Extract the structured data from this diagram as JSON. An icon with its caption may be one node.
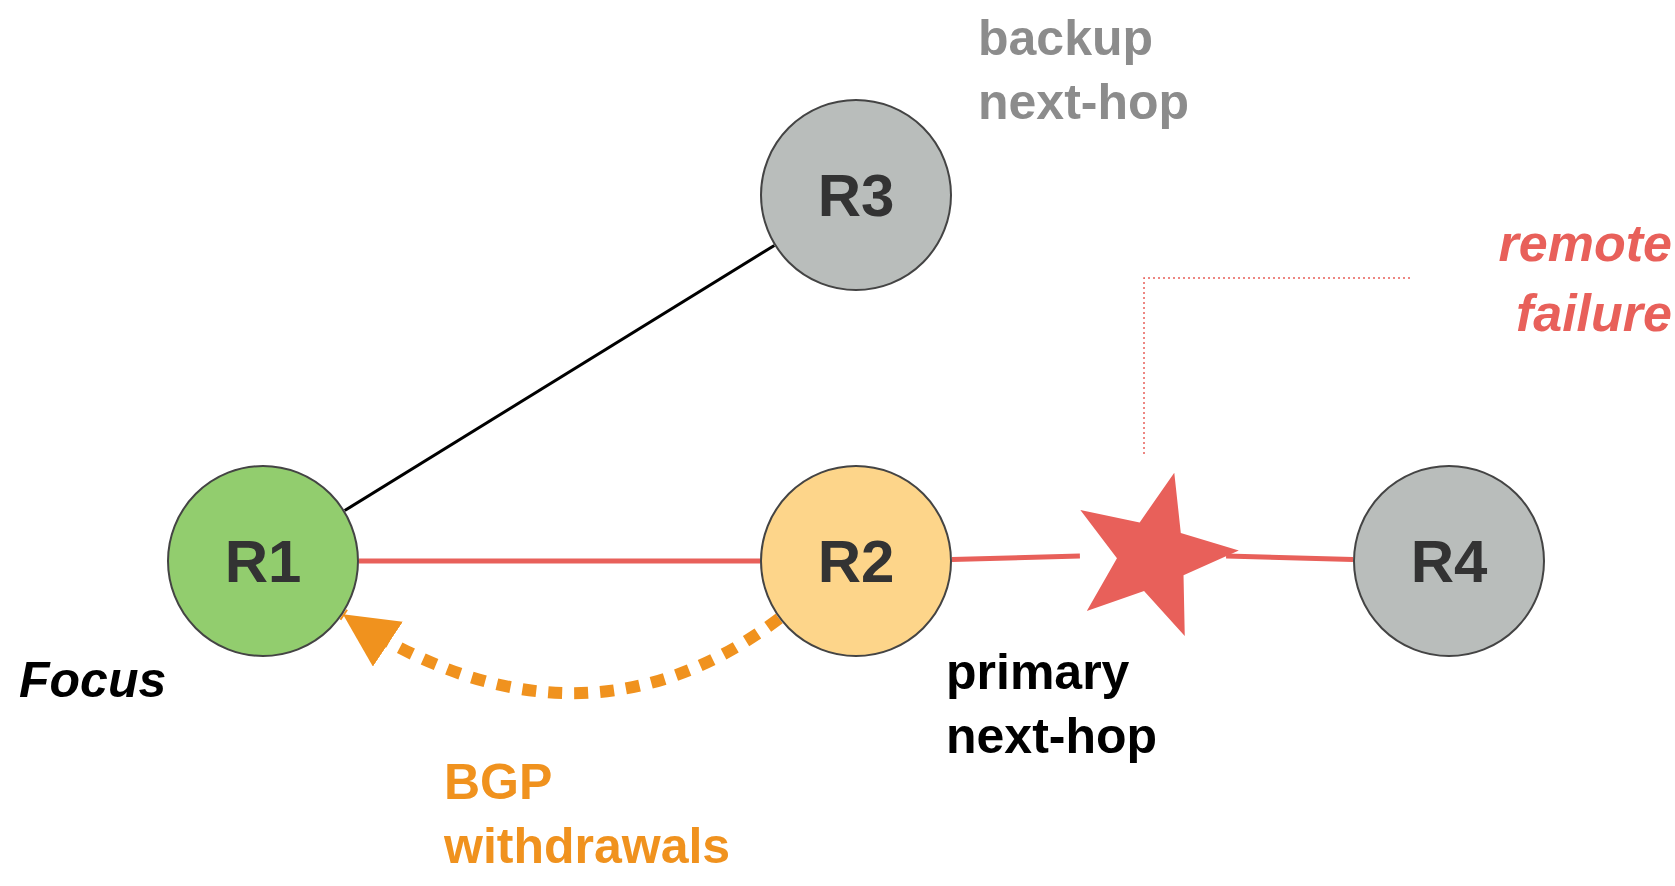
{
  "diagram": {
    "nodes": [
      {
        "text": [
          "R1"
        ],
        "beside": [
          "Focus"
        ]
      },
      {
        "text": [
          "R2"
        ],
        "beside": [
          "primary next-hop"
        ]
      },
      {
        "text": [
          "R3"
        ],
        "beside": [
          "backup next-hop"
        ]
      },
      {
        "text": [
          "R4"
        ]
      },
      {
        "text": [],
        "shape": "star"
      },
      {
        "text": [
          "remote failure"
        ]
      }
    ],
    "edges": [
      {
        "from": 0,
        "to": 2,
        "arrow": "none",
        "color": "#000000"
      },
      {
        "from": 0,
        "to": 1,
        "arrow": "none",
        "color": "#e8605a"
      },
      {
        "from": 1,
        "to": 4,
        "arrow": "none",
        "color": "#e8605a"
      },
      {
        "from": 4,
        "to": 3,
        "arrow": "none",
        "color": "#e8605a"
      },
      {
        "from": 1,
        "to": 0,
        "arrow": "to",
        "style": "dashed",
        "color": "#f0921e",
        "label": "BGP withdrawals"
      },
      {
        "from": 5,
        "to": 4,
        "arrow": "none",
        "style": "dashed",
        "color": "#e8605a"
      }
    ]
  }
}
